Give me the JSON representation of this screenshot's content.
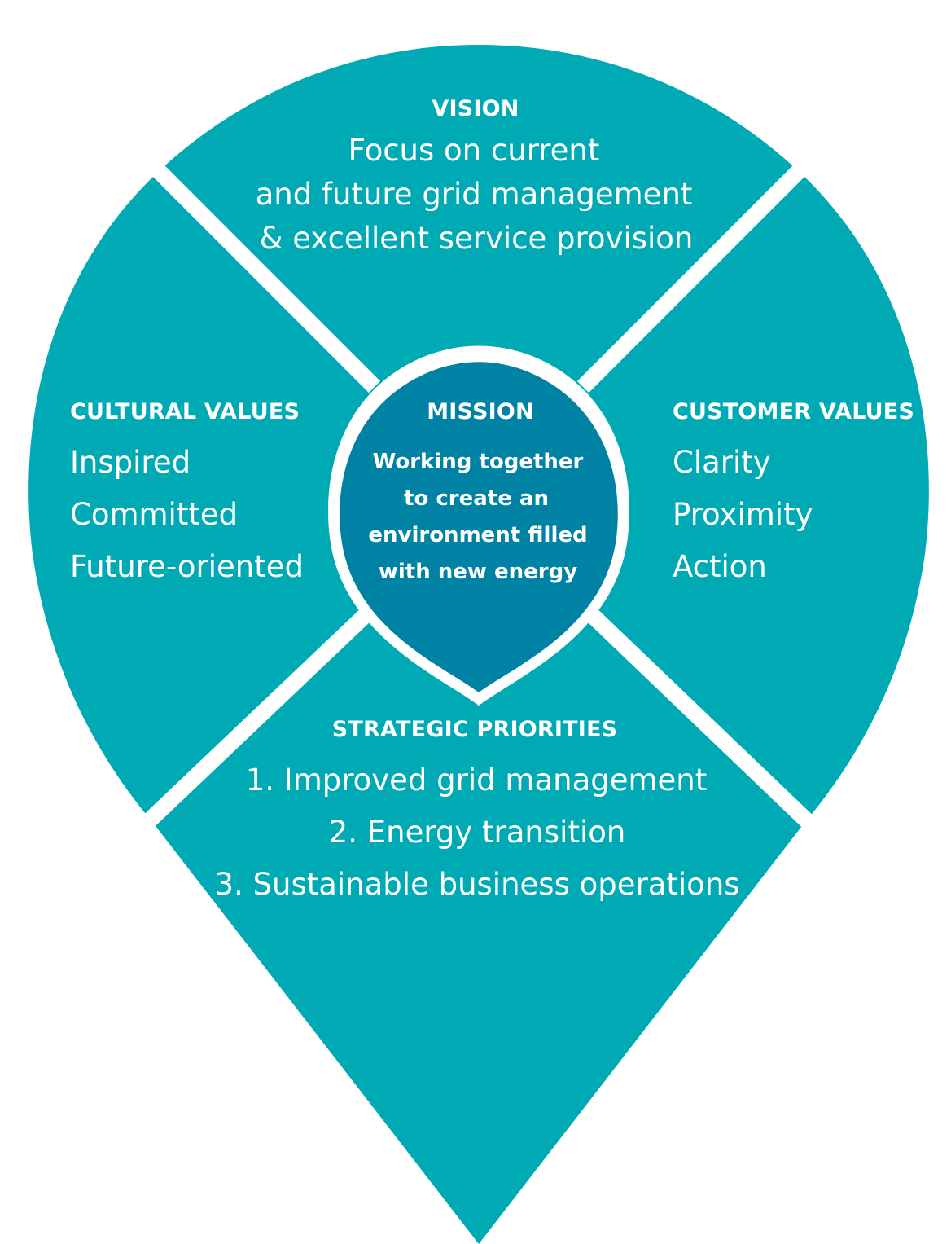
{
  "colors": {
    "teal": "#00aab5",
    "mission_blue": "#0082a4",
    "divider": "#ffffff"
  },
  "vision": {
    "heading": "VISION",
    "lines": [
      "Focus on current",
      "and future grid management",
      "& excellent service provision"
    ]
  },
  "cultural_values": {
    "heading": "CULTURAL VALUES",
    "items": [
      "Inspired",
      "Committed",
      "Future-oriented"
    ]
  },
  "mission": {
    "heading": "MISSION",
    "lines": [
      "Working together",
      "to create an",
      "environment filled",
      "with new energy"
    ]
  },
  "customer_values": {
    "heading": "CUSTOMER VALUES",
    "items": [
      "Clarity",
      "Proximity",
      "Action"
    ]
  },
  "strategic_priorities": {
    "heading": "STRATEGIC PRIORITIES",
    "items": [
      "1. Improved grid management",
      "2. Energy transition",
      "3. Sustainable business operations"
    ]
  }
}
